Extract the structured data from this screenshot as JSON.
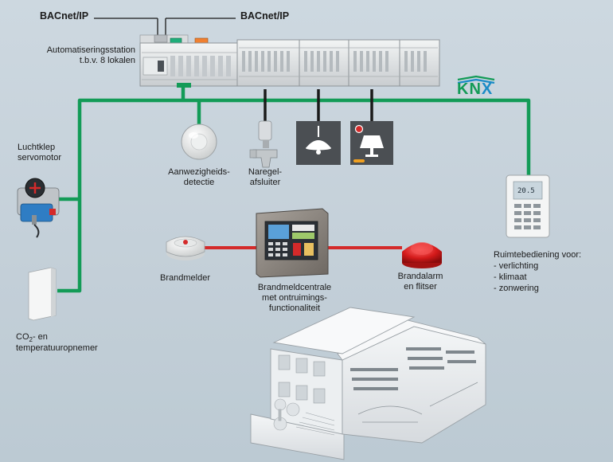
{
  "labels": {
    "bacnet_left": "BACnet/IP",
    "bacnet_right": "BACnet/IP",
    "station_line1": "Automatiseringsstation",
    "station_line2": "t.b.v. 8 lokalen",
    "damper_line1": "Luchtklep",
    "damper_line2": "servomotor",
    "presence_line1": "Aanwezigheids-",
    "presence_line2": "detectie",
    "valve_line1": "Naregel-",
    "valve_line2": "afsluiter",
    "smoke_detector": "Brandmelder",
    "fire_panel_line1": "Brandmeldcentrale",
    "fire_panel_line2": "met ontruimings-",
    "fire_panel_line3": "functionaliteit",
    "alarm_line1": "Brandalarm",
    "alarm_line2": "en flitser",
    "room_unit_line1": "Ruimtebediening voor:",
    "room_unit_item1": "- verlichting",
    "room_unit_item2": "- klimaat",
    "room_unit_item3": "- zonwering",
    "co2_line1_a": "CO",
    "co2_line1_sub": "2",
    "co2_line1_b": "- en",
    "co2_line2": "temperatuuropnemer",
    "room_unit_display": "20.5"
  },
  "logo": {
    "k": "K",
    "n": "N",
    "x": "X"
  },
  "colors": {
    "knx_bus": "#139b57",
    "fire_line": "#d42a2a",
    "device_line": "#1a1a1a",
    "knx_k_n": "#139b57",
    "knx_x": "#1a8bc6",
    "background": "#c8d4dc"
  }
}
